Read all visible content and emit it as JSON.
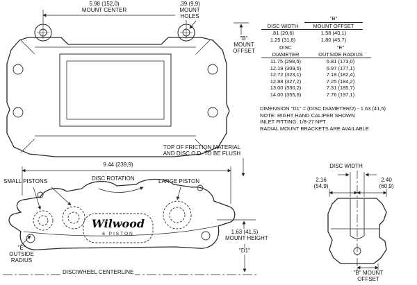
{
  "top_view": {
    "mount_center_dim": "5.98 (152,0)",
    "mount_center_label": "MOUNT CENTER",
    "mount_holes_dim": ".39 (9,9)",
    "mount_holes_label1": "MOUNT",
    "mount_holes_label2": "HOLES",
    "b_offset_line1": "\"B\"",
    "b_offset_line2": "MOUNT",
    "b_offset_line3": "OFFSET"
  },
  "spec_tables": {
    "b_header": "\"B\"",
    "b_col1": "DISC WIDTH",
    "b_col2": "MOUNT OFFSET",
    "b_rows": [
      {
        "w": ".81 (20,6)",
        "o": "1.58 (40,1)"
      },
      {
        "w": "1.25 (31,8)",
        "o": "1.80 (45,7)"
      }
    ],
    "e_col1_l1": "DISC",
    "e_col1_l2": "DIAMETER",
    "e_col2_l1": "\"E\"",
    "e_col2_l2": "OUTSIDE RADIUS",
    "e_rows": [
      {
        "d": "11.75 (298,5)",
        "r": "6.81 (173,0)"
      },
      {
        "d": "12.19 (309,5)",
        "r": "6.97 (177,1)"
      },
      {
        "d": "12.72 (323,1)",
        "r": "7.18 (182,4)"
      },
      {
        "d": "12.88 (327,2)",
        "r": "7.25 (184,2)"
      },
      {
        "d": "13.00 (330,2)",
        "r": "7.31 (185,7)"
      },
      {
        "d": "14.00 (355,6)",
        "r": "7.76 (197,1)"
      }
    ],
    "notes": [
      "DIMENSION \"D1\" = (DISC DIAMETER/2) - 1.63 (41,5)",
      "NOTE: RIGHT HAND CALIPER SHOWN",
      "INLET FITTING: 1/8-27 NPT",
      "RADIAL MOUNT BRACKETS ARE AVAILABLE"
    ]
  },
  "side_view": {
    "flush_note_l1": "TOP OF FRICTION MATERIAL",
    "flush_note_l2": "AND DISC O.D. TO BE FLUSH",
    "width_dim": "9.44 (239,9)",
    "small_pistons_label": "SMALL PISTONS",
    "disc_rotation_label": "DISC ROTATION",
    "large_piston_label": "LARGE PISTON",
    "logo_text": "Wilwood",
    "logo_sub": "6 PISTON",
    "mount_height_dim": "1.63 (41,5)",
    "mount_height_label": "MOUNT HEIGHT",
    "d1_label": "\"D1\"",
    "e_radius_l1": "\"E\"",
    "e_radius_l2": "OUTSIDE",
    "e_radius_l3": "RADIUS",
    "centerline_label": "DISC/WHEEL CENTERLINE"
  },
  "end_view": {
    "disc_width_label": "DISC WIDTH",
    "left_dim_l1": "2.16",
    "left_dim_l2": "(54,9)",
    "right_dim_l1": "2.40",
    "right_dim_l2": "(60,9)",
    "b_mount_l1": "\"B\" MOUNT",
    "b_mount_l2": "OFFSET"
  }
}
